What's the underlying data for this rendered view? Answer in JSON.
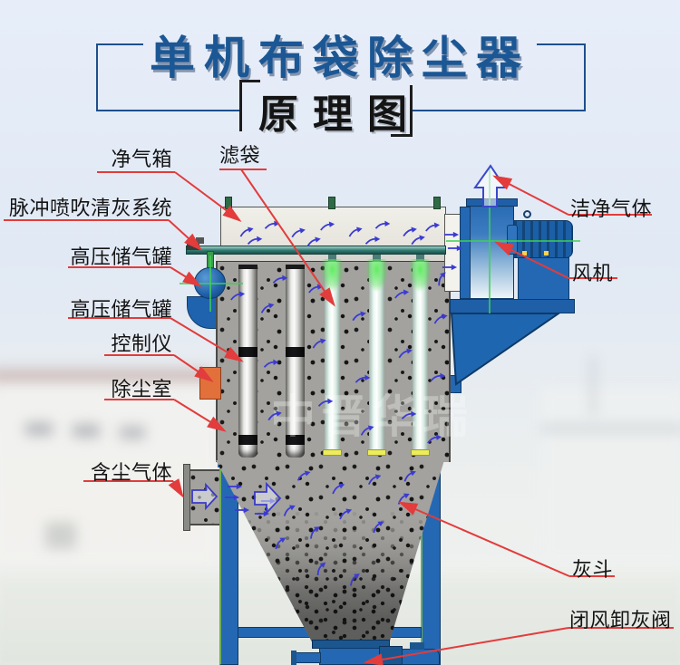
{
  "header": {
    "title": "单机布袋除尘器",
    "subtitle": "原理图"
  },
  "labels": {
    "clean_air_box": "净气箱",
    "filter_bag": "滤袋",
    "pulse_jet_cleaning_system": "脉冲喷吹清灰系统",
    "hp_air_tank_1": "高压储气罐",
    "hp_air_tank_2": "高压储气罐",
    "controller": "控制仪",
    "dust_chamber": "除尘室",
    "dusty_gas_inlet": "含尘气体",
    "clean_gas_outlet": "洁净气体",
    "fan": "风机",
    "ash_hopper": "灰斗",
    "airlock_discharge_valve": "闭风卸灰阀"
  },
  "watermark": "中晋华瑞",
  "colors": {
    "title_blue": "#1b5794",
    "annotation_red": "#e23c3c",
    "machine_blue": "#2468b4",
    "chamber_gray": "#a3a29e",
    "centerline_green": "#3ed052",
    "controller_orange": "#e2703a"
  }
}
